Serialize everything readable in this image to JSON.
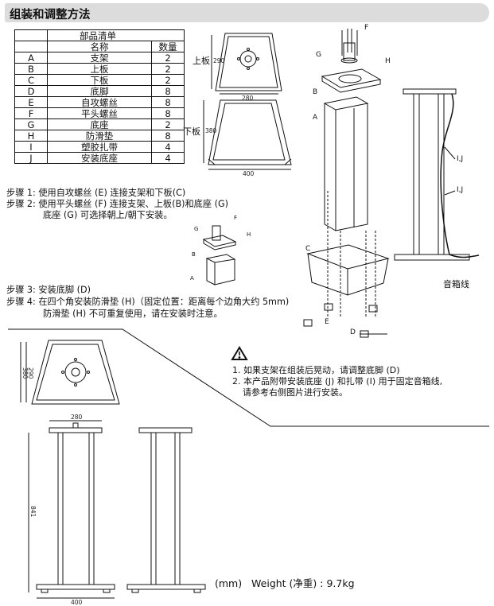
{
  "section_title": "组装和调整方法",
  "parts_table": {
    "title": "部品清单",
    "headers": [
      "",
      "名称",
      "数量"
    ],
    "rows": [
      [
        "A",
        "支架",
        "2"
      ],
      [
        "B",
        "上板",
        "2"
      ],
      [
        "C",
        "下板",
        "2"
      ],
      [
        "D",
        "底脚",
        "8"
      ],
      [
        "E",
        "自攻螺丝",
        "8"
      ],
      [
        "F",
        "平头螺丝",
        "8"
      ],
      [
        "G",
        "底座",
        "2"
      ],
      [
        "H",
        "防滑垫",
        "8"
      ],
      [
        "I",
        "塑胶扎带",
        "4"
      ],
      [
        "J",
        "安装底座",
        "4"
      ]
    ]
  },
  "labels": {
    "top_plate": "上板",
    "bottom_plate": "下板",
    "cable": "音箱线",
    "ij": "I,J"
  },
  "dims": {
    "top_w": "280",
    "top_h": "290",
    "bottom_w": "400",
    "bottom_h": "380",
    "front_top_w": "280",
    "front_bottom_w": "400",
    "front_h": "841",
    "plan_h1": "380",
    "plan_h2": "290"
  },
  "steps": {
    "s1": "步骤 1: 使用自攻螺丝 (E) 连接支架和下板(C)",
    "s2": "步骤 2: 使用平头螺丝 (F) 连接支架、上板(B)和底座 (G)",
    "s2b": "底座 (G) 可选择朝上/朝下安装。",
    "s3": "步骤 3: 安装底脚 (D)",
    "s4": "步骤 4: 在四个角安装防滑垫 (H)（固定位置：距离每个边角大约 5mm)",
    "s4b": "防滑垫 (H) 不可重复使用，请在安装时注意。"
  },
  "notes": {
    "n1": "1. 如果支架在组装后晃动，请调整底脚 (D)",
    "n2": "2. 本产品附带安装底座 (J) 和扎带 (I) 用于固定音箱线,",
    "n2b": "请参考右侧图片进行安装。"
  },
  "unit": "(mm)",
  "weight": "Weight (净重) : 9.7kg",
  "callouts": {
    "A": "A",
    "B": "B",
    "C": "C",
    "D": "D",
    "E": "E",
    "F": "F",
    "G": "G",
    "H": "H"
  }
}
